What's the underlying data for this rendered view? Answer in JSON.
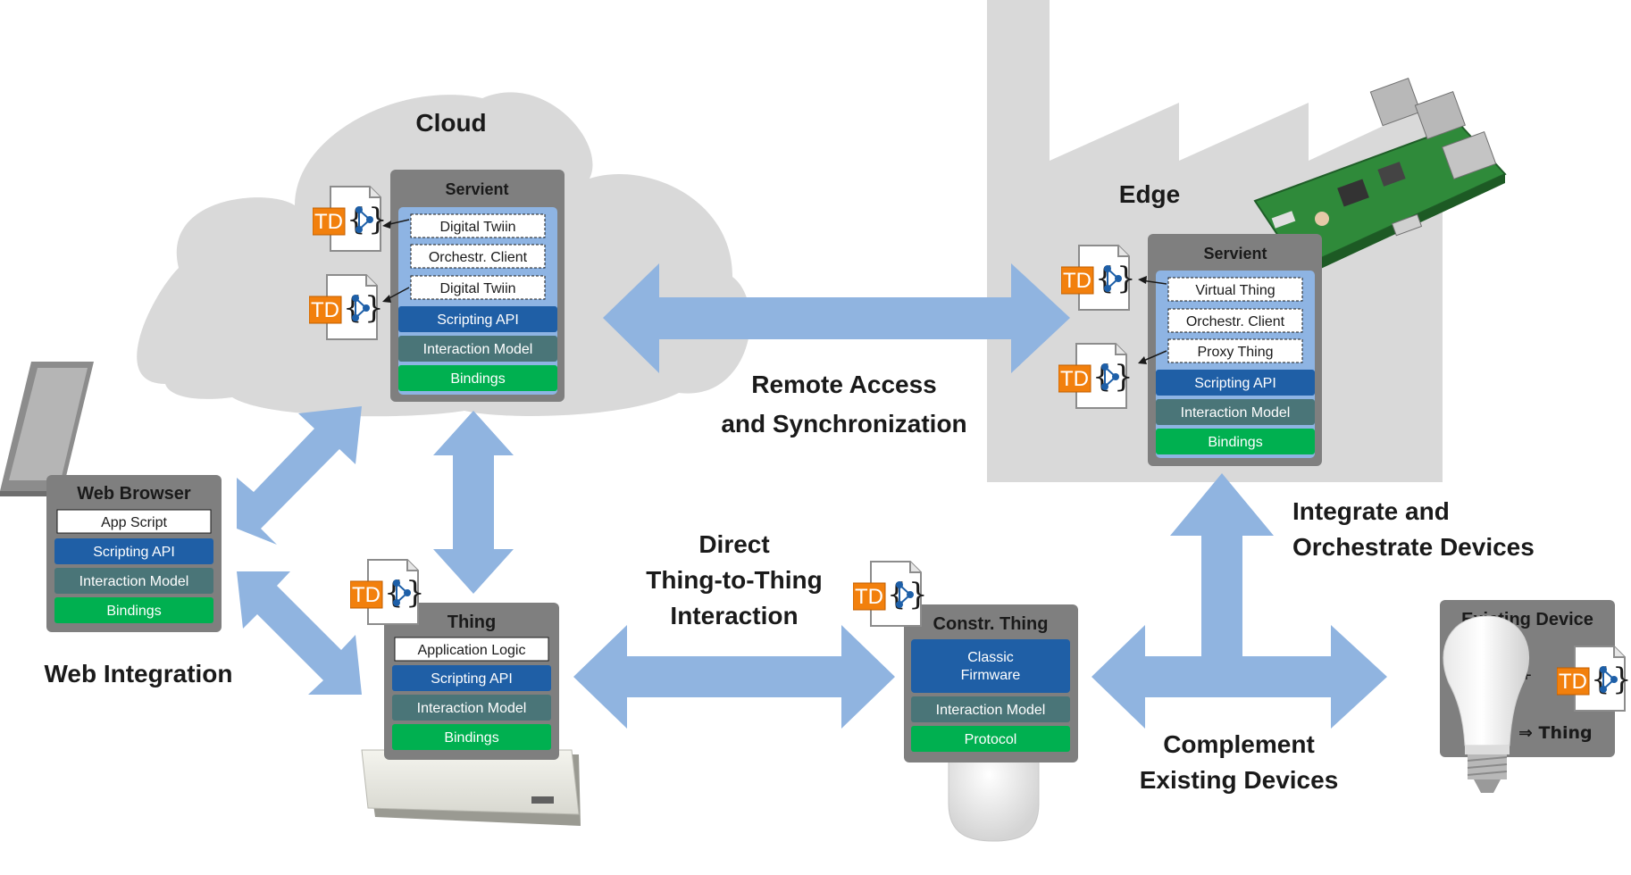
{
  "colors": {
    "arrow": "#90b4e0",
    "cloud": "#d9d9d9",
    "factory": "#d9d9d9",
    "panel": "#7f7f7f",
    "stack": "#8eb4e3",
    "scripting_api": "#1f5fa6",
    "interaction_model": "#4a7578",
    "bindings": "#00b050",
    "td_orange": "#f2800d",
    "td_blue": "#1d5fa8"
  },
  "regions": {
    "cloud": "Cloud",
    "edge": "Edge"
  },
  "labels": {
    "remote_access": [
      "Remote Access",
      "and Synchronization"
    ],
    "direct": [
      "Direct",
      "Thing-to-Thing",
      "Interaction"
    ],
    "integrate": [
      "Integrate and",
      "Orchestrate Devices"
    ],
    "complement": [
      "Complement",
      "Existing Devices"
    ],
    "web_integration": "Web Integration"
  },
  "boxes": {
    "cloud_servient": {
      "title": "Servient",
      "items": [
        "Digital Twiin",
        "Orchestr. Client",
        "Digital Twiin"
      ],
      "scripting_api": "Scripting API",
      "interaction_model": "Interaction Model",
      "bindings": "Bindings"
    },
    "edge_servient": {
      "title": "Servient",
      "items": [
        "Virtual Thing",
        "Orchestr. Client",
        "Proxy Thing"
      ],
      "scripting_api": "Scripting API",
      "interaction_model": "Interaction Model",
      "bindings": "Bindings"
    },
    "web_browser": {
      "title": "Web Browser",
      "item": "App Script",
      "scripting_api": "Scripting API",
      "interaction_model": "Interaction Model",
      "bindings": "Bindings"
    },
    "thing": {
      "title": "Thing",
      "item": "Application Logic",
      "scripting_api": "Scripting API",
      "interaction_model": "Interaction Model",
      "bindings": "Bindings"
    },
    "constr_thing": {
      "title": "Constr. Thing",
      "firmware": [
        "Classic",
        "Firmware"
      ],
      "interaction_model": "Interaction Model",
      "protocol": "Protocol"
    },
    "existing_device": {
      "title": "Existing Device",
      "plus": "+",
      "result": "⇒ Thing"
    }
  },
  "td_label": "TD",
  "td_brace": "{}"
}
